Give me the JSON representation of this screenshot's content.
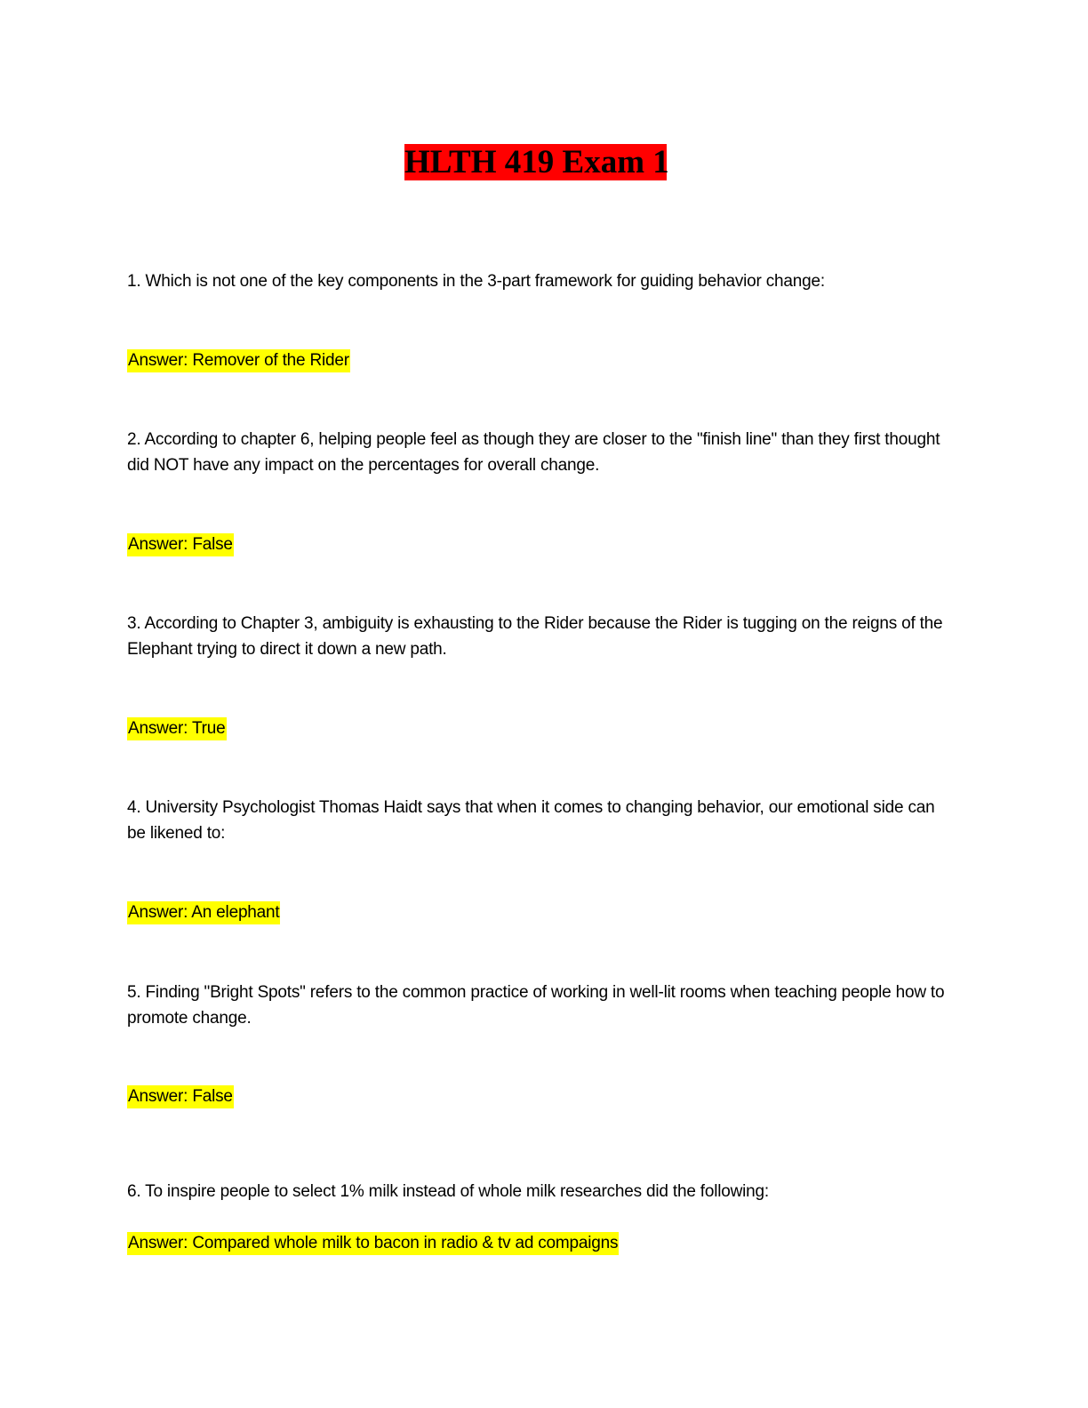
{
  "title": "HLTH 419 Exam 1",
  "items": [
    {
      "question": "1.  Which is not one of the key components in the 3-part framework for guiding behavior change:",
      "answer": "Answer:  Remover of the Rider"
    },
    {
      "question": "2.  According to chapter 6, helping people feel as though they are closer to the \"finish line\" than they first thought did NOT have any impact on the percentages for overall change.",
      "answer": "Answer:  False"
    },
    {
      "question": "3.  According to Chapter 3, ambiguity is exhausting to the Rider because the Rider is tugging on the reigns of the Elephant trying to direct it down a new path.",
      "answer": "Answer:  True"
    },
    {
      "question": "4.  University Psychologist Thomas Haidt says that when it comes to changing behavior, our emotional side can be likened to:",
      "answer": "Answer:  An elephant"
    },
    {
      "question": "5.  Finding \"Bright Spots\" refers to the common practice of working in well-lit rooms when teaching people how to promote change.",
      "answer": "Answer:  False"
    },
    {
      "question": "6.  To inspire people to select 1% milk instead of whole milk researches did the following:",
      "answer": "Answer:  Compared whole milk to bacon in radio & tv ad compaigns"
    }
  ]
}
